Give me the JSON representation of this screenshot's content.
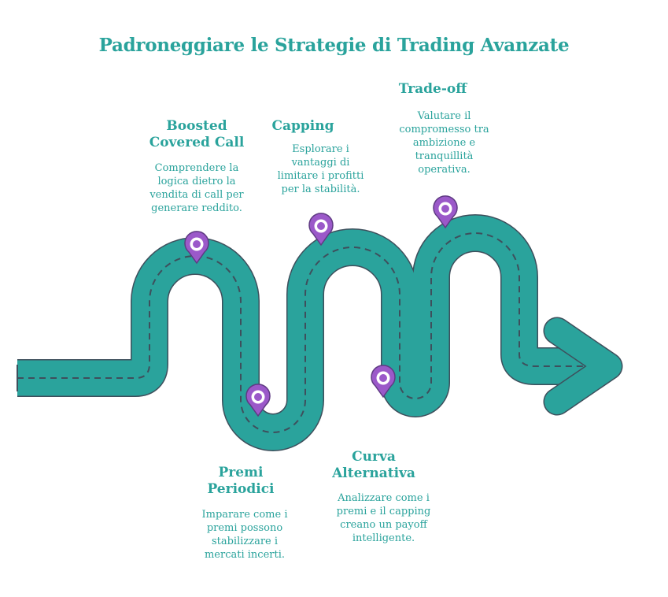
{
  "title": "Padroneggiare le Strategie di Trading Avanzate",
  "colors": {
    "accent": "#2aa39c",
    "road": "#2aa39c",
    "outline": "#3e4f5c",
    "pin": "#9b59c9"
  },
  "steps": [
    {
      "heading_lines": [
        "Boosted",
        "Covered Call"
      ],
      "desc_lines": [
        "Comprendere la",
        "logica dietro la",
        "vendita di call per",
        "generare reddito."
      ],
      "position": "top"
    },
    {
      "heading_lines": [
        "Premi",
        "Periodici"
      ],
      "desc_lines": [
        "Imparare come i",
        "premi possono",
        "stabilizzare i",
        "mercati incerti."
      ],
      "position": "bottom"
    },
    {
      "heading_lines": [
        "Capping"
      ],
      "desc_lines": [
        "Esplorare i",
        "vantaggi di",
        "limitare i profitti",
        "per la stabilità."
      ],
      "position": "top"
    },
    {
      "heading_lines": [
        "Curva",
        "Alternativa"
      ],
      "desc_lines": [
        "Analizzare come i",
        "premi e il capping",
        "creano un payoff",
        "intelligente."
      ],
      "position": "bottom"
    },
    {
      "heading_lines": [
        "Trade-off"
      ],
      "desc_lines": [
        "Valutare il",
        "compromesso tra",
        "ambizione e",
        "tranquillità",
        "operativa."
      ],
      "position": "top"
    }
  ]
}
